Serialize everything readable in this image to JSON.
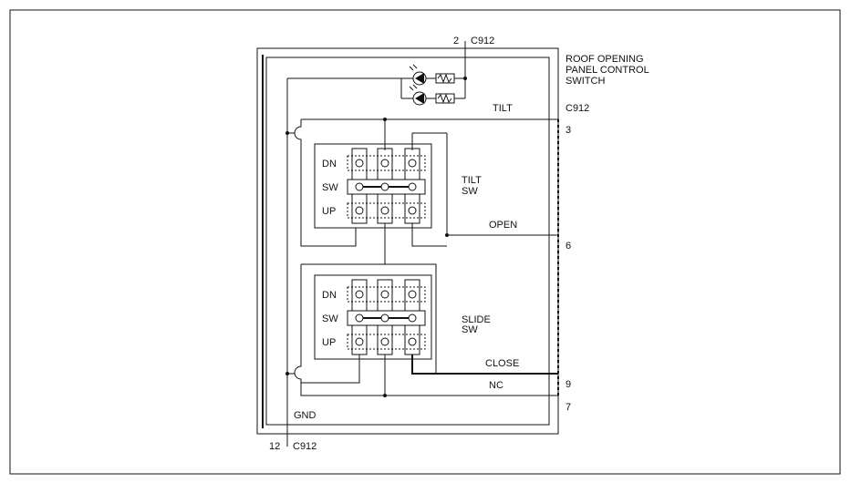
{
  "labels": {
    "title_line1": "ROOF OPENING",
    "title_line2": "PANEL CONTROL",
    "title_line3": "SWITCH",
    "top_pin": "2",
    "top_conn": "C912",
    "tilt": "TILT",
    "tilt_conn": "C912",
    "pin_3": "3",
    "pin_6": "6",
    "pin_9": "9",
    "pin_7": "7",
    "open": "OPEN",
    "close": "CLOSE",
    "nc": "NC",
    "gnd": "GND",
    "bottom_pin": "12",
    "bottom_conn": "C912",
    "tilt_sw_1": "TILT",
    "tilt_sw_2": "SW",
    "slide_sw_1": "SLIDE",
    "slide_sw_2": "SW",
    "dn": "DN",
    "sw": "SW",
    "up": "UP"
  }
}
